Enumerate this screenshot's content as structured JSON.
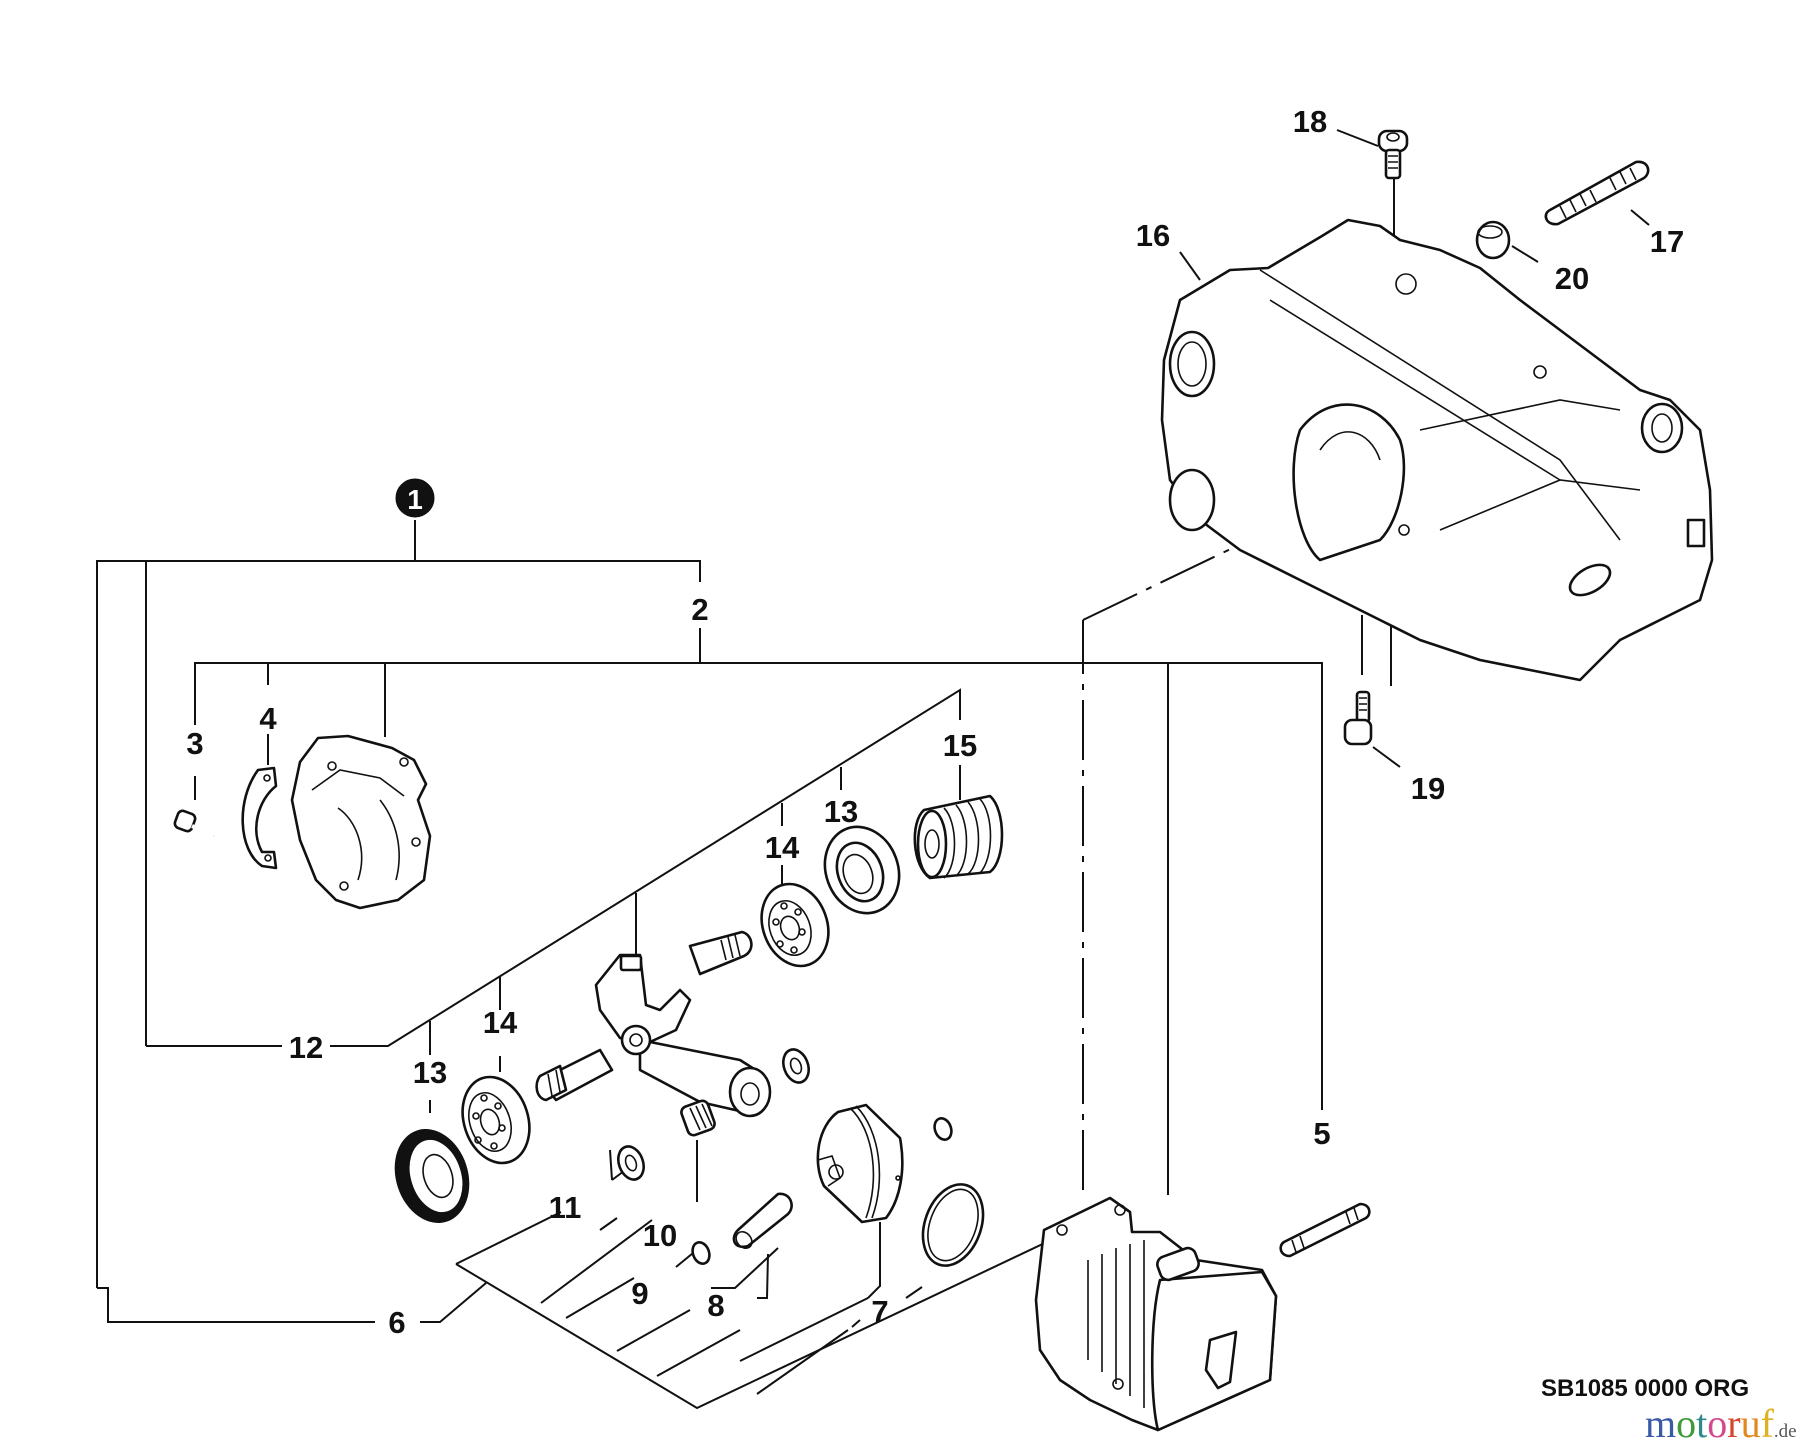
{
  "diagram": {
    "title_code": "SB1085 0000 ORG",
    "assembly_marker": "1",
    "callouts": [
      {
        "id": "c2",
        "label": "2",
        "part": "crankcase-assembly"
      },
      {
        "id": "c3",
        "label": "3",
        "part": "bolt"
      },
      {
        "id": "c4",
        "label": "4",
        "part": "clamp-bracket"
      },
      {
        "id": "c5",
        "label": "5",
        "part": "stud"
      },
      {
        "id": "c6",
        "label": "6",
        "part": "piston-set"
      },
      {
        "id": "c7",
        "label": "7",
        "part": "piston-ring"
      },
      {
        "id": "c8",
        "label": "8",
        "part": "piston-pin"
      },
      {
        "id": "c9",
        "label": "9",
        "part": "circlip"
      },
      {
        "id": "c10",
        "label": "10",
        "part": "needle-bearing"
      },
      {
        "id": "c11",
        "label": "11",
        "part": "washer"
      },
      {
        "id": "c12",
        "label": "12",
        "part": "crankshaft-assembly"
      },
      {
        "id": "c13a",
        "label": "13",
        "part": "oil-seal-left"
      },
      {
        "id": "c13b",
        "label": "13",
        "part": "oil-seal-right"
      },
      {
        "id": "c14a",
        "label": "14",
        "part": "ball-bearing-left"
      },
      {
        "id": "c14b",
        "label": "14",
        "part": "ball-bearing-right"
      },
      {
        "id": "c15",
        "label": "15",
        "part": "spacer-sleeve"
      },
      {
        "id": "c16",
        "label": "16",
        "part": "engine-housing"
      },
      {
        "id": "c17",
        "label": "17",
        "part": "guide-bar-stud"
      },
      {
        "id": "c18",
        "label": "18",
        "part": "top-bolt"
      },
      {
        "id": "c19",
        "label": "19",
        "part": "bottom-bolt"
      },
      {
        "id": "c20",
        "label": "20",
        "part": "plug"
      }
    ]
  },
  "watermark": {
    "letters": [
      {
        "ch": "m",
        "color": "#3a5aa8"
      },
      {
        "ch": "o",
        "color": "#3f9a3a"
      },
      {
        "ch": "t",
        "color": "#2f8a8a"
      },
      {
        "ch": "o",
        "color": "#d24a8c"
      },
      {
        "ch": "r",
        "color": "#d6462e"
      },
      {
        "ch": "u",
        "color": "#e08a1e"
      },
      {
        "ch": "f",
        "color": "#e0b020"
      }
    ],
    "tld": ".de"
  }
}
